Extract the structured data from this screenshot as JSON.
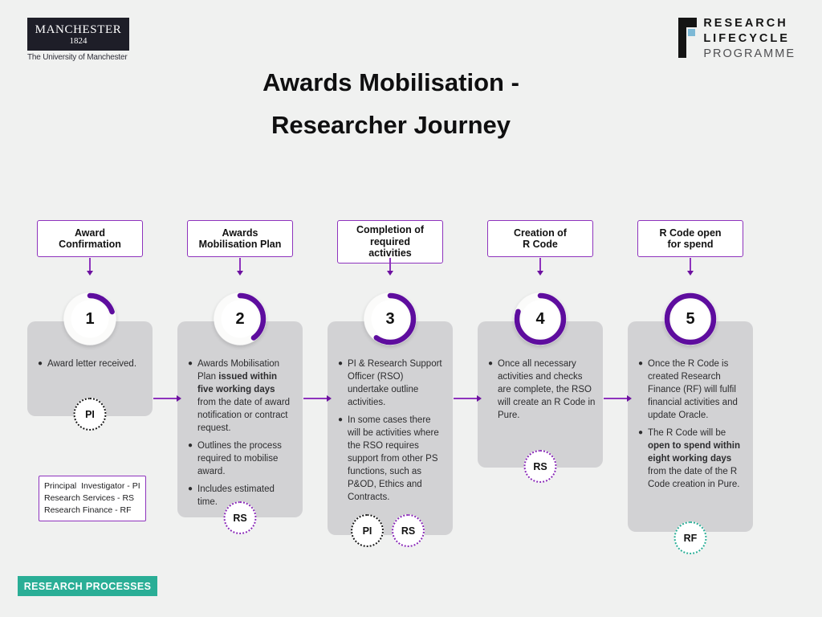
{
  "header": {
    "uom_logo": {
      "name": "MANCHESTER",
      "year": "1824",
      "tagline": "The University of Manchester"
    },
    "rlp_logo": {
      "line1": "RESEARCH",
      "line2": "LIFECYCLE",
      "line3": "PROGRAMME"
    },
    "title": "Awards Mobilisation -\nResearcher Journey"
  },
  "steps": [
    {
      "label": "Award\nConfirmation",
      "number": "1",
      "progress": 0.2,
      "bullets": [
        [
          {
            "t": "Award letter received."
          }
        ]
      ],
      "badges": [
        {
          "label": "PI",
          "color": "#1a1a1a"
        }
      ]
    },
    {
      "label": "Awards\nMobilisation Plan",
      "number": "2",
      "progress": 0.4,
      "bullets": [
        [
          {
            "t": "Awards Mobilisation Plan "
          },
          {
            "t": "issued within five working days",
            "b": true
          },
          {
            "t": " from the date of award notification or contract request."
          }
        ],
        [
          {
            "t": "Outlines the process required to mobilise award."
          }
        ],
        [
          {
            "t": "Includes estimated time."
          }
        ]
      ],
      "badges": [
        {
          "label": "RS",
          "color": "#8a2bb8"
        }
      ]
    },
    {
      "label": "Completion of\nrequired\nactivities",
      "number": "3",
      "progress": 0.6,
      "bullets": [
        [
          {
            "t": "PI & Research Support Officer (RSO) undertake outline activities."
          }
        ],
        [
          {
            "t": "In some cases there will be activities where the RSO requires support from other PS functions, such as P&OD, Ethics and Contracts."
          }
        ]
      ],
      "badges": [
        {
          "label": "PI",
          "color": "#1a1a1a"
        },
        {
          "label": "RS",
          "color": "#8a2bb8"
        }
      ]
    },
    {
      "label": "Creation of\nR Code",
      "number": "4",
      "progress": 0.8,
      "bullets": [
        [
          {
            "t": "Once all necessary activities and checks are complete, the RSO will create an R Code in Pure."
          }
        ]
      ],
      "badges": [
        {
          "label": "RS",
          "color": "#8a2bb8"
        }
      ]
    },
    {
      "label": "R Code open\nfor spend",
      "number": "5",
      "progress": 1,
      "bullets": [
        [
          {
            "t": "Once the R Code is created Research Finance (RF) will fulfil financial activities and update Oracle."
          }
        ],
        [
          {
            "t": "The R Code will be "
          },
          {
            "t": "open to spend within eight working days",
            "b": true
          },
          {
            "t": " from the date of the R Code creation in Pure."
          }
        ]
      ],
      "badges": [
        {
          "label": "RF",
          "color": "#2aae96"
        }
      ]
    }
  ],
  "legend": {
    "text": "Principal  Investigator - PI\nResearch Services - RS\nResearch Finance - RF"
  },
  "footer": {
    "banner": "RESEARCH PROCESSES"
  },
  "colors": {
    "background": "#f0f1f0",
    "info_box_gray": "#d2d2d4",
    "purple_arc": "#5e0d9e",
    "purple_line": "#8e33bd",
    "teal": "#2aae96",
    "badge_pi": "#1a1a1a",
    "badge_rs": "#8a2bb8",
    "badge_rf": "#2aae96"
  }
}
